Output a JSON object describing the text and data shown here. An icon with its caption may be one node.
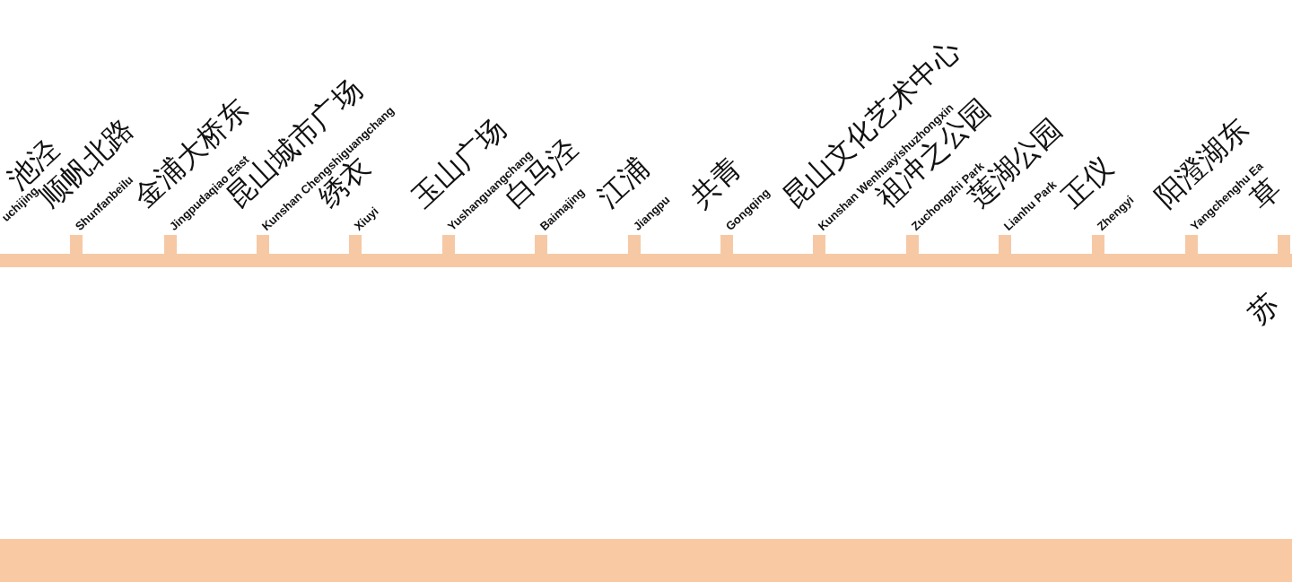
{
  "diagram": {
    "nodes": [
      {
        "text": [],
        "shape": "bar"
      }
    ],
    "labels": [
      "池泾",
      "uchijing",
      "顺帆北路",
      "Shunfanbeilu",
      "金浦大桥东",
      "Jingpudaqiao East",
      "昆山城市广场",
      "Kunshan Chengshiguangchang",
      "绣衣",
      "Xiuyi",
      "玉山广场",
      "Yushanguangchang",
      "白马泾",
      "Baimajing",
      "江浦",
      "Jiangpu",
      "共青",
      "Gongqing",
      "昆山文化艺术中心",
      "Kunshan Wenhuayishuzhongxin",
      "祖冲之公园",
      "Zuchongzhi Park",
      "莲湖公园",
      "Lianhu Park",
      "正仪",
      "Zhengyi",
      "阳澄湖东",
      "Yangchenghu Ea",
      "草",
      "苏"
    ]
  }
}
